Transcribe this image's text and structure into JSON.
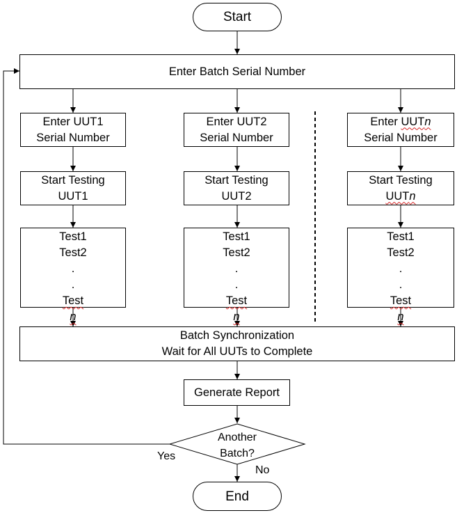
{
  "flowchart": {
    "start": "Start",
    "end": "End",
    "batch_serial": "Enter Batch Serial Number",
    "columns": [
      {
        "enter_line1": "Enter UUT1",
        "enter_line2": "Serial Number",
        "start_line1": "Start Testing",
        "start_line2": "UUT1",
        "tests": [
          "Test1",
          "Test2",
          ".",
          ".",
          "Test"
        ],
        "last_test_suffix": "n"
      },
      {
        "enter_line1": "Enter UUT2",
        "enter_line2": "Serial Number",
        "start_line1": "Start Testing",
        "start_line2": "UUT2",
        "tests": [
          "Test1",
          "Test2",
          ".",
          ".",
          "Test"
        ],
        "last_test_suffix": "n"
      },
      {
        "enter_line1_prefix": "Enter ",
        "enter_line1_main": "UUT",
        "enter_line1_suffix": "n",
        "enter_line2": "Serial Number",
        "start_line1": "Start Testing",
        "start_line2_main": "UUT",
        "start_line2_suffix": "n",
        "tests": [
          "Test1",
          "Test2",
          ".",
          ".",
          "Test"
        ],
        "last_test_suffix": "n"
      }
    ],
    "sync_line1": "Batch Synchronization",
    "sync_line2": "Wait for All UUTs to Complete",
    "report": "Generate Report",
    "decision_line1": "Another",
    "decision_line2": "Batch?",
    "yes_label": "Yes",
    "no_label": "No"
  }
}
